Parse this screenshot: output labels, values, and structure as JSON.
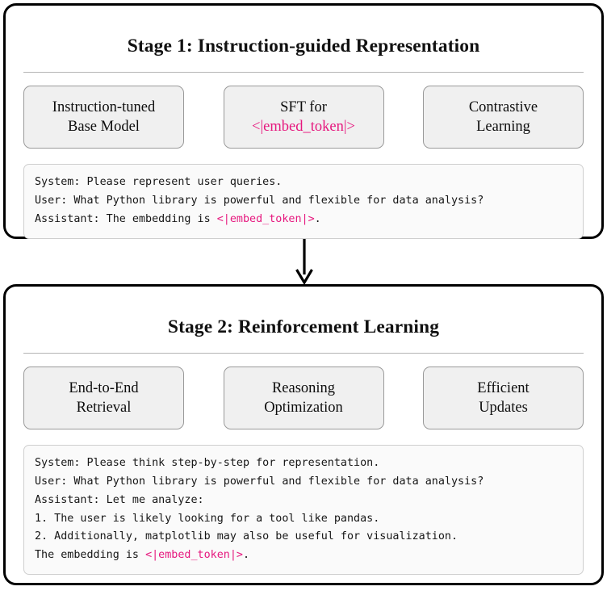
{
  "theme": {
    "page_background": "#ffffff",
    "container_border": "#000000",
    "box_fill": "#f0f0f0",
    "box_border": "#9a9a9a",
    "code_fill": "#fafafa",
    "code_border": "#cfcfcf",
    "rule_color": "#b4b4b4",
    "accent_token": "#e6187e",
    "text": "#000000"
  },
  "connector": {
    "name": "downward-arrow",
    "direction": "down",
    "from": "stage-1",
    "to": "stage-2",
    "color": "#000000"
  },
  "stages": [
    {
      "id": "stage-1",
      "title": "Stage 1: Instruction-guided Representation",
      "boxes": [
        {
          "id": "instruction-tuned-base-model",
          "lines": [
            {
              "text": "Instruction-tuned",
              "accent": false
            },
            {
              "text": "Base Model",
              "accent": false
            }
          ]
        },
        {
          "id": "sft-for-embed-token",
          "lines": [
            {
              "text": "SFT for",
              "accent": false
            },
            {
              "text": "<|embed_token|>",
              "accent": true
            }
          ]
        },
        {
          "id": "contrastive-learning",
          "lines": [
            {
              "text": "Contrastive",
              "accent": false
            },
            {
              "text": "Learning",
              "accent": false
            }
          ]
        }
      ],
      "transcript": [
        [
          {
            "text": "System: Please represent user queries.",
            "accent": false
          }
        ],
        [
          {
            "text": "User: What Python library is powerful and flexible for data analysis?",
            "accent": false
          }
        ],
        [
          {
            "text": "Assistant: The embedding is ",
            "accent": false
          },
          {
            "text": "<|embed_token|>",
            "accent": true
          },
          {
            "text": ".",
            "accent": false
          }
        ]
      ]
    },
    {
      "id": "stage-2",
      "title": "Stage 2: Reinforcement Learning",
      "boxes": [
        {
          "id": "end-to-end-retrieval",
          "lines": [
            {
              "text": "End-to-End",
              "accent": false
            },
            {
              "text": "Retrieval",
              "accent": false
            }
          ]
        },
        {
          "id": "reasoning-optimization",
          "lines": [
            {
              "text": "Reasoning",
              "accent": false
            },
            {
              "text": "Optimization",
              "accent": false
            }
          ]
        },
        {
          "id": "efficient-updates",
          "lines": [
            {
              "text": "Efficient",
              "accent": false
            },
            {
              "text": "Updates",
              "accent": false
            }
          ]
        }
      ],
      "transcript": [
        [
          {
            "text": "System: Please think step-by-step for representation.",
            "accent": false
          }
        ],
        [
          {
            "text": "User: What Python library is powerful and flexible for data analysis?",
            "accent": false
          }
        ],
        [
          {
            "text": "Assistant: Let me analyze:",
            "accent": false
          }
        ],
        [
          {
            "text": "1. The user is likely looking for a tool like pandas.",
            "accent": false
          }
        ],
        [
          {
            "text": "2. Additionally, matplotlib may also be useful for visualization.",
            "accent": false
          }
        ],
        [
          {
            "text": "The embedding is ",
            "accent": false
          },
          {
            "text": "<|embed_token|>",
            "accent": true
          },
          {
            "text": ".",
            "accent": false
          }
        ]
      ]
    }
  ]
}
